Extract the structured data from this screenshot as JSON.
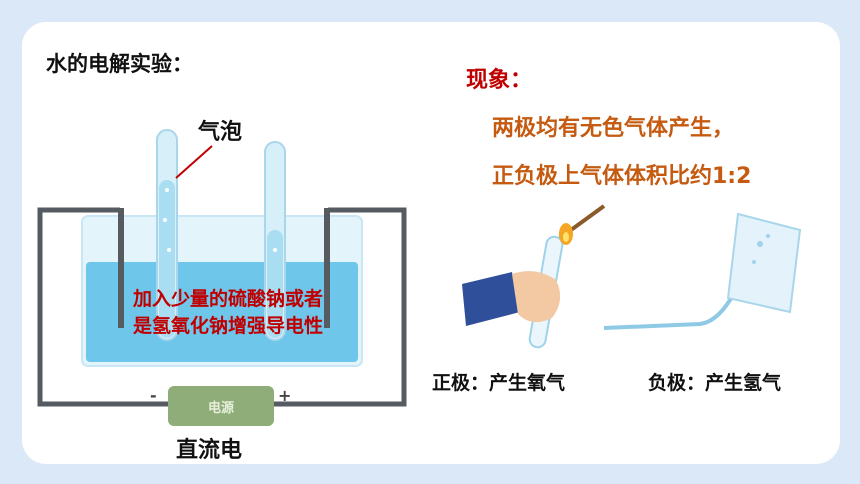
{
  "experiment": {
    "title": "水的电解实验：",
    "bubble_label": "气泡",
    "liquid_note_line1": "加入少量的硫酸钠或者",
    "liquid_note_line2": "是氢氧化钠增强导电性",
    "power_label": "直流电",
    "battery_label": "电源",
    "minus_sign": "-",
    "plus_sign": "+"
  },
  "phenomenon": {
    "title": "现象：",
    "line1": "两极均有无色气体产生，",
    "line2": "正负极上气体体积比约1:2"
  },
  "results": {
    "positive": "正极：产生氧气",
    "negative": "负极：产生氢气"
  },
  "colors": {
    "title_red": "#c00000",
    "body_orange": "#c55a11",
    "water_blue": "#6ec6ea",
    "battery_green": "#8fad78"
  }
}
